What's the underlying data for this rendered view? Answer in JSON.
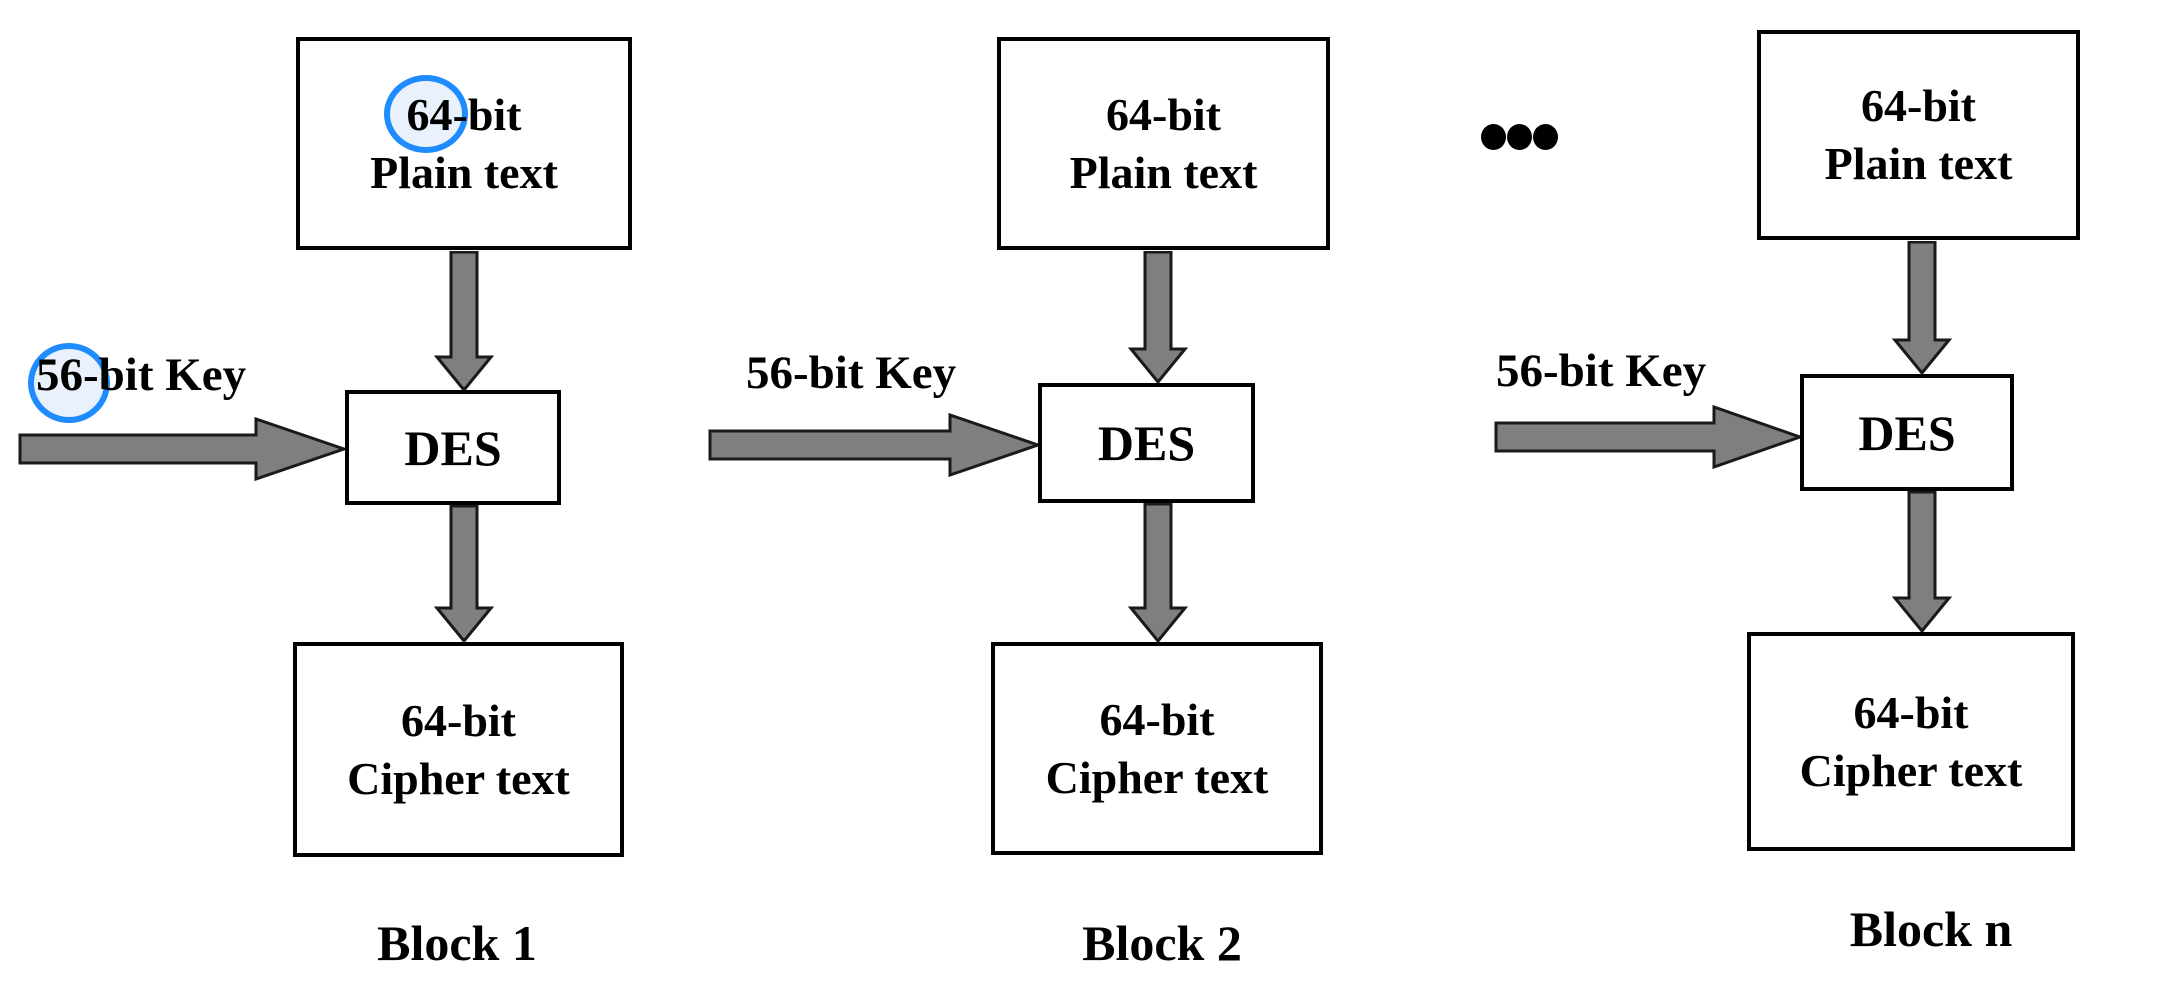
{
  "colors": {
    "accent_blue": "#1e8bfe",
    "highlight_fill": "#e9f1fc",
    "arrow_fill": "#7f7f7f",
    "arrow_outline": "#1a1a1a",
    "box_border": "#000000",
    "text_color": "#000000",
    "background": "#ffffff"
  },
  "continuation_marker": "•••",
  "blocks": [
    {
      "plain_line1": "64-bit",
      "plain_line2": "Plain text",
      "key_label": "56-bit Key",
      "des_label": "DES",
      "cipher_line1": "64-bit",
      "cipher_line2": "Cipher text",
      "block_label": "Block 1",
      "circled_segments": [
        "64-",
        "56-"
      ]
    },
    {
      "plain_line1": "64-bit",
      "plain_line2": "Plain text",
      "key_label": "56-bit Key",
      "des_label": "DES",
      "cipher_line1": "64-bit",
      "cipher_line2": "Cipher text",
      "block_label": "Block 2",
      "circled_segments": []
    },
    {
      "plain_line1": "64-bit",
      "plain_line2": "Plain text",
      "key_label": "56-bit Key",
      "des_label": "DES",
      "cipher_line1": "64-bit",
      "cipher_line2": "Cipher text",
      "block_label": "Block n",
      "circled_segments": []
    }
  ]
}
